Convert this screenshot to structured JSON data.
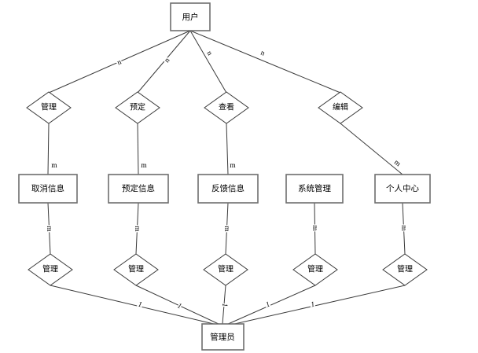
{
  "diagram": {
    "type": "entity-relationship-diagram",
    "background_color": "#ffffff",
    "line_color": "#3a3a3a",
    "entity_border_color": "#6e6e6e",
    "text_color": "#000000",
    "entities": {
      "user": {
        "label": "用户"
      },
      "cancel_info": {
        "label": "取消信息"
      },
      "reserve_info": {
        "label": "预定信息"
      },
      "feedback_info": {
        "label": "反馈信息"
      },
      "system_manage": {
        "label": "系统管理"
      },
      "personal_center": {
        "label": "个人中心"
      },
      "admin": {
        "label": "管理员"
      }
    },
    "relationships": {
      "manage_top": {
        "label": "管理"
      },
      "reserve": {
        "label": "预定"
      },
      "view": {
        "label": "查看"
      },
      "edit": {
        "label": "编辑"
      },
      "manage_b1": {
        "label": "管理"
      },
      "manage_b2": {
        "label": "管理"
      },
      "manage_b3": {
        "label": "管理"
      },
      "manage_b4": {
        "label": "管理"
      },
      "manage_b5": {
        "label": "管理"
      }
    },
    "edges": [
      {
        "from": "用户",
        "to": "管理",
        "cardinality": "n"
      },
      {
        "from": "用户",
        "to": "预定",
        "cardinality": "n"
      },
      {
        "from": "用户",
        "to": "查看",
        "cardinality": "n"
      },
      {
        "from": "用户",
        "to": "编辑",
        "cardinality": "n"
      },
      {
        "from": "管理",
        "to": "取消信息",
        "cardinality": "m"
      },
      {
        "from": "预定",
        "to": "预定信息",
        "cardinality": "m"
      },
      {
        "from": "查看",
        "to": "反馈信息",
        "cardinality": "m"
      },
      {
        "from": "编辑",
        "to": "个人中心",
        "cardinality": "m"
      },
      {
        "from": "取消信息",
        "to": "管理",
        "cardinality": "m"
      },
      {
        "from": "预定信息",
        "to": "管理",
        "cardinality": "m"
      },
      {
        "from": "反馈信息",
        "to": "管理",
        "cardinality": "m"
      },
      {
        "from": "系统管理",
        "to": "管理",
        "cardinality": "m"
      },
      {
        "from": "个人中心",
        "to": "管理",
        "cardinality": "m"
      },
      {
        "from": "管理",
        "to": "管理员",
        "cardinality": "1"
      },
      {
        "from": "管理",
        "to": "管理员",
        "cardinality": "1"
      },
      {
        "from": "管理",
        "to": "管理员",
        "cardinality": "1"
      },
      {
        "from": "管理",
        "to": "管理员",
        "cardinality": "1"
      },
      {
        "from": "管理",
        "to": "管理员",
        "cardinality": "1"
      }
    ]
  }
}
